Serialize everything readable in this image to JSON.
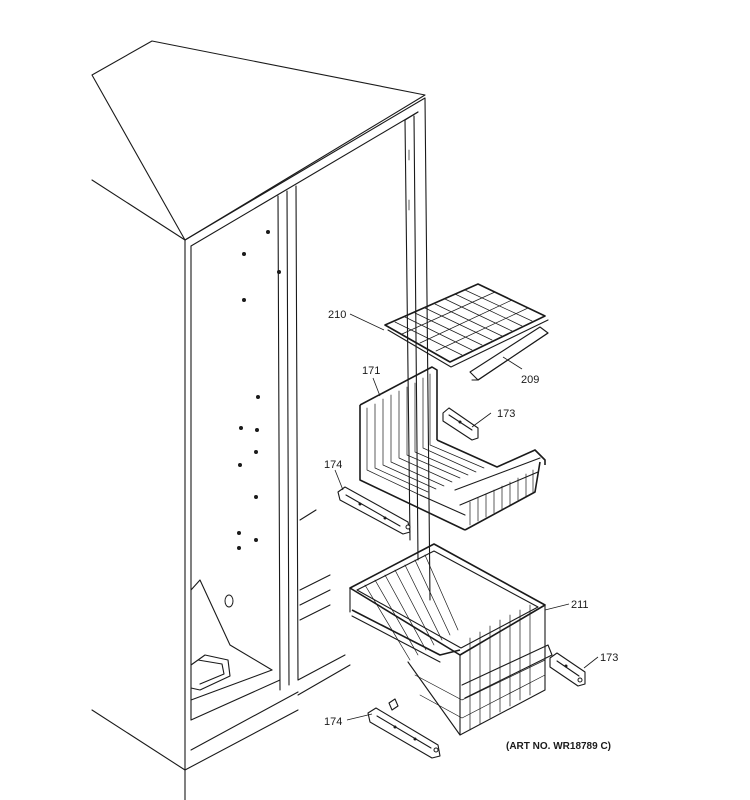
{
  "parts": [
    {
      "id": "p210",
      "label": "210"
    },
    {
      "id": "p209",
      "label": "209"
    },
    {
      "id": "p171",
      "label": "171"
    },
    {
      "id": "p173a",
      "label": "173"
    },
    {
      "id": "p174a",
      "label": "174"
    },
    {
      "id": "p211",
      "label": "211"
    },
    {
      "id": "p173b",
      "label": "173"
    },
    {
      "id": "p174b",
      "label": "174"
    }
  ],
  "art_number": "(ART NO. WR18789 C)"
}
